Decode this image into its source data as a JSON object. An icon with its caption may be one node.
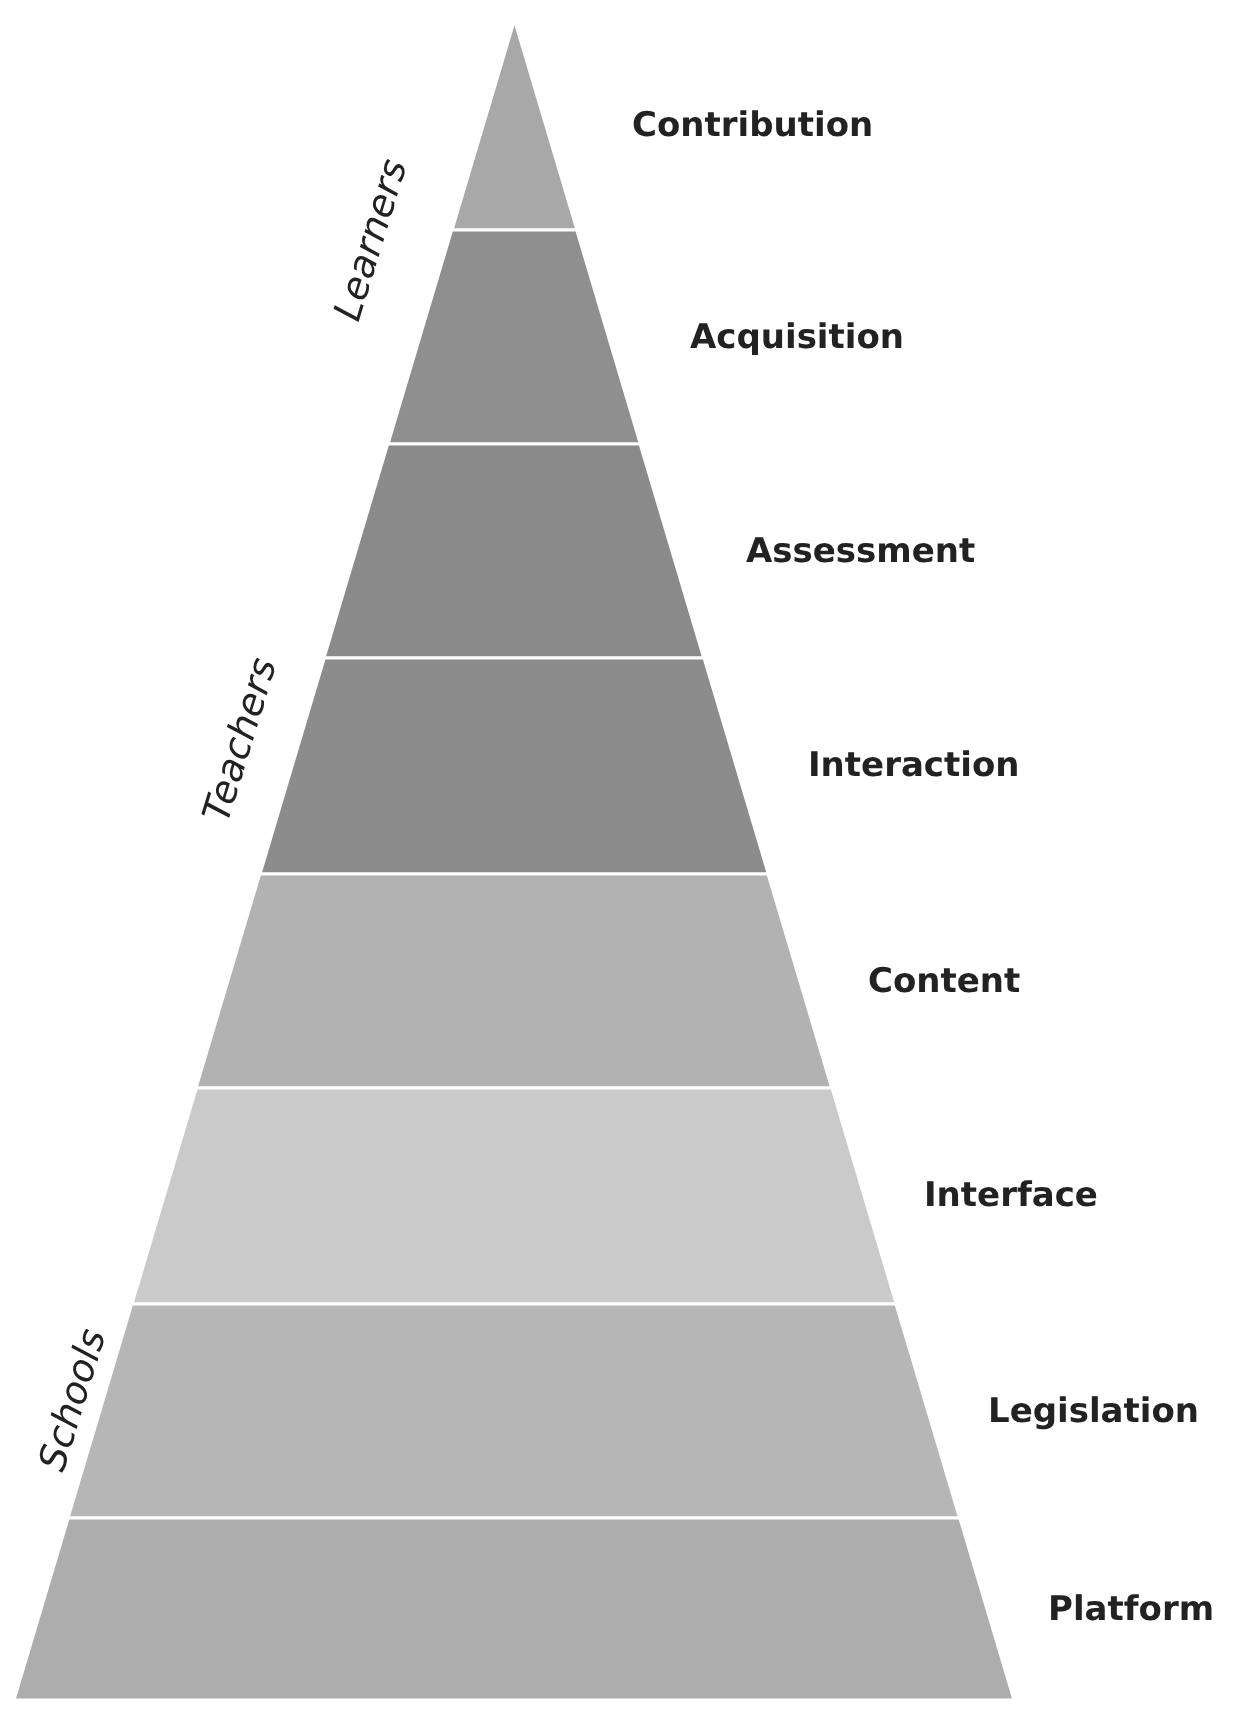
{
  "diagram": {
    "nodes": [
      {
        "text": [
          "Contribution"
        ]
      },
      {
        "text": [
          "Acquisition"
        ]
      },
      {
        "text": [
          "Assessment"
        ]
      },
      {
        "text": [
          "Interaction"
        ]
      },
      {
        "text": [
          "Content"
        ]
      },
      {
        "text": [
          "Interface"
        ]
      },
      {
        "text": [
          "Legislation"
        ]
      },
      {
        "text": [
          "Platform"
        ]
      }
    ],
    "labels": [
      "Learners",
      "Teachers",
      "Schools"
    ]
  }
}
